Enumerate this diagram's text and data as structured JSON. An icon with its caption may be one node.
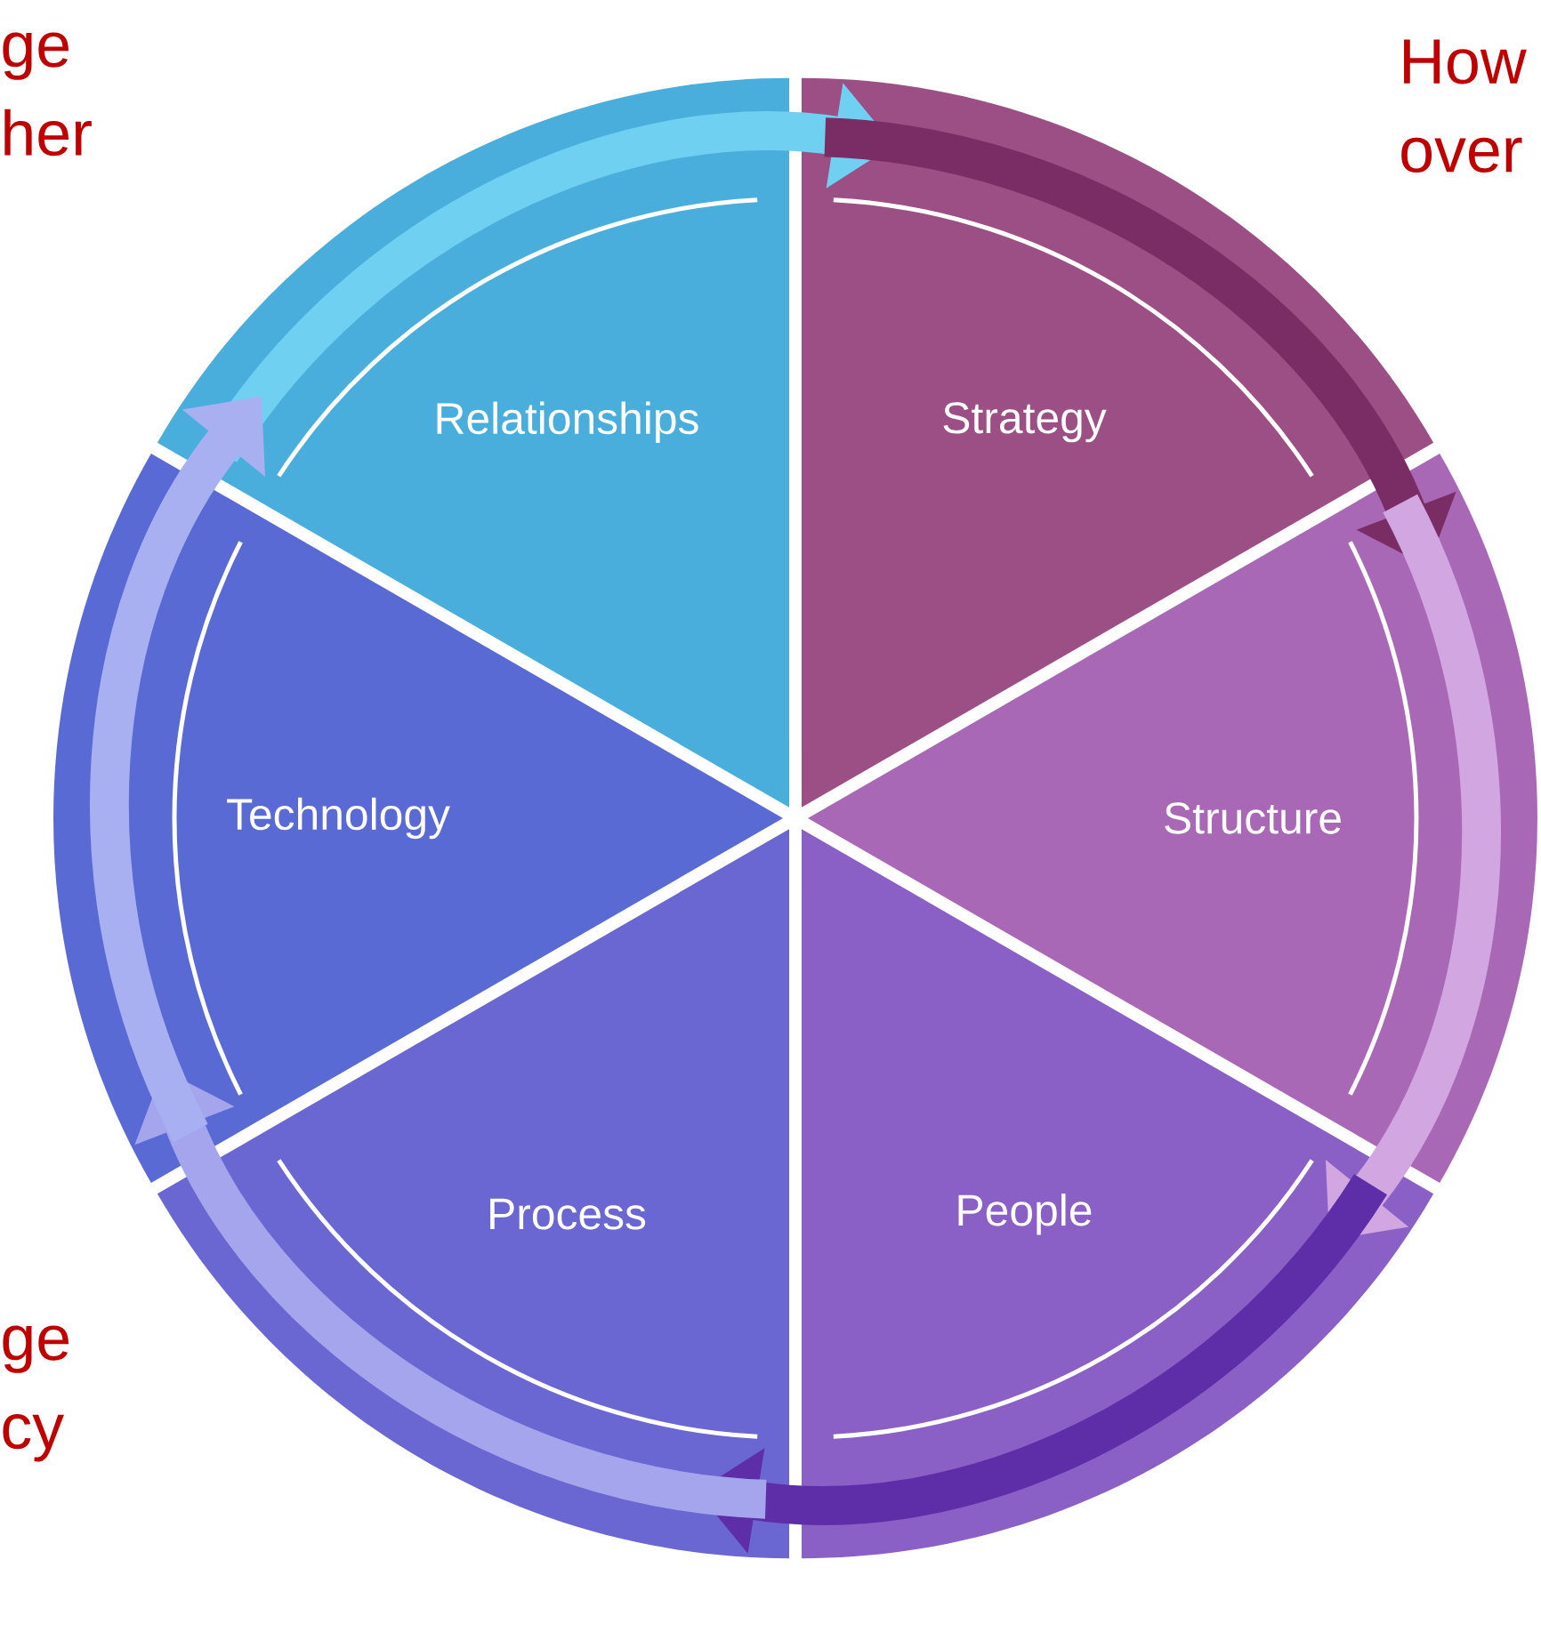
{
  "diagram": {
    "nodes": [
      {
        "text": [
          "Relationships"
        ]
      },
      {
        "text": [
          "Strategy"
        ]
      },
      {
        "text": [
          "Structure"
        ]
      },
      {
        "text": [
          "People"
        ]
      },
      {
        "text": [
          "Process"
        ]
      },
      {
        "text": [
          "Technology"
        ]
      }
    ],
    "edges": [
      {
        "from": 0,
        "to": 1,
        "arrow": "to",
        "color": "#6fd0f2"
      },
      {
        "from": 1,
        "to": 2,
        "arrow": "to",
        "color": "#7a2c64"
      },
      {
        "from": 2,
        "to": 3,
        "arrow": "to",
        "color": "#d2a6e0"
      },
      {
        "from": 3,
        "to": 4,
        "arrow": "to",
        "color": "#5e2ea8"
      },
      {
        "from": 4,
        "to": 5,
        "arrow": "to",
        "color": "#a5a5ee"
      },
      {
        "from": 5,
        "to": 0,
        "arrow": "to",
        "color": "#a8b0f2"
      }
    ],
    "labels": [
      "ge her",
      "How over",
      "ge cy"
    ]
  }
}
